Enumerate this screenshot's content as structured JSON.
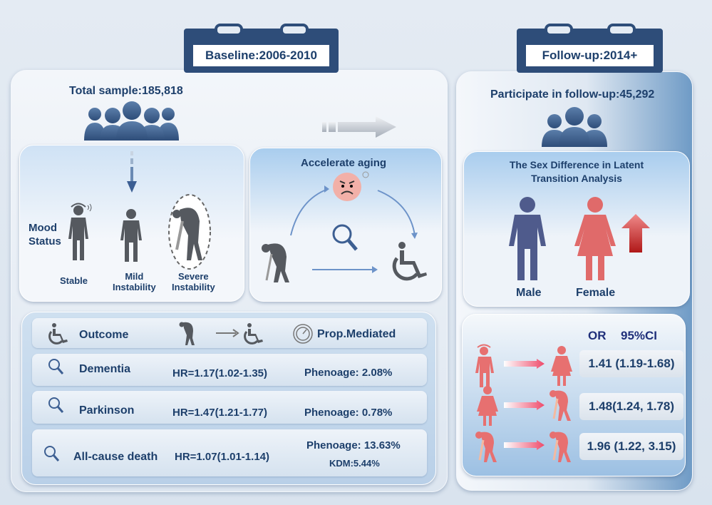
{
  "baseline": {
    "tab": "Baseline:2006-2010",
    "total_sample": "Total sample:185,818",
    "mood": {
      "label_line1": "Mood",
      "label_line2": "Status",
      "stable": "Stable",
      "mild_line1": "Mild",
      "mild_line2": "Instability",
      "severe_line1": "Severe",
      "severe_line2": "Instability"
    },
    "aging": {
      "title": "Accelerate aging"
    },
    "table": {
      "header": {
        "outcome": "Outcome",
        "prop": "Prop.Mediated"
      },
      "rows": [
        {
          "outcome": "Dementia",
          "hr": "HR=1.17(1.02-1.35)",
          "prop": "Phenoage: 2.08%"
        },
        {
          "outcome": "Parkinson",
          "hr": "HR=1.47(1.21-1.77)",
          "prop": "Phenoage: 0.78%"
        },
        {
          "outcome": "All-cause death",
          "hr": "HR=1.07(1.01-1.14)",
          "prop": "Phenoage: 13.63%",
          "prop2": "KDM:5.44%"
        }
      ]
    }
  },
  "followup": {
    "tab": "Follow-up:2014+",
    "participants": "Participate in follow-up:45,292",
    "sex": {
      "title_line1": "The Sex Difference in Latent",
      "title_line2": "Transition Analysis",
      "male": "Male",
      "female": "Female"
    },
    "or": {
      "header_or": "OR",
      "header_ci": "95%CI",
      "rows": [
        "1.41 (1.19-1.68)",
        "1.48(1.24, 1.78)",
        "1.96 (1.22, 3.15)"
      ]
    }
  },
  "colors": {
    "navy": "#1d3f6b",
    "figure_gray": "#55595f",
    "male": "#4f5b8c",
    "female": "#e06a6a",
    "pink": "#e77070"
  }
}
